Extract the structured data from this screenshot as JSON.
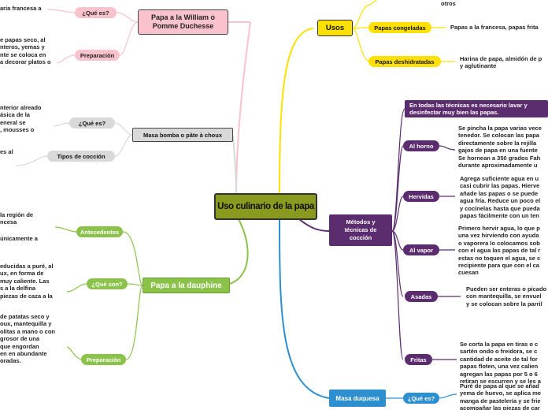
{
  "central": "Uso culinario de la papa",
  "left": {
    "william": {
      "title": "Papa a la William o\nPomme Duchesse",
      "que_es_label": "¿Qué es?",
      "que_es_text": "aria francesa a",
      "preparacion_label": "Preparación",
      "preparacion_text": "e papas seco, al\nnteros, yemas y\nnte se coloca en\na decorar platos o"
    },
    "choux": {
      "title": "Masa bomba o pâte à choux",
      "que_es_label": "¿Qué es?",
      "que_es_text": "nterior alreado\násica de la\neneral se\n, mousses o",
      "tipos_label": "Tipos de cocción",
      "tipos_text": "es al"
    },
    "dauphine": {
      "title": "Papa a la dauphine",
      "antecedentes_label": "Antecedentes",
      "antecedentes_text": "la región de\nncesa",
      "antecedentes_text2": "únicamente a",
      "que_son_label": "¿Qué son?",
      "que_son_text": "educidas a puré, al\nux, en forma de\nmuy caliente. Las\ns a la delfina\npiezas de caza a la",
      "preparacion_label": "Preparación",
      "preparacion_text": "de patatas seco y\noux, mantequilla y\nolitas a mano o con\ngrosor de una\nque engordan\nen en abundante\noradas."
    }
  },
  "right": {
    "usos": {
      "title": "Usos",
      "top_text": "otros",
      "congeladas_label": "Papas congeladas",
      "congeladas_text": "Papas a la francesa, papas frita",
      "deshidratadas_label": "Papas deshidratadas",
      "deshidratadas_text": "Harina de papa, almidón de p\ny aglutinante"
    },
    "metodos": {
      "title": "Métodos y\ntécnicas de\ncocción",
      "intro": "En todas las técnicas es necesario lavar y\ndesinfectar muy bien las papas.",
      "horno_label": "Al horno",
      "horno_text": "Se pincha la papa varias vece\ntenedor. Se colocan las papa\ndirectamente sobre la rejilla\ngajos de papa en una fuente\nSe hornean a 350 grados Fah\ndurante aproximadamente u",
      "hervidas_label": "Hervidas",
      "hervidas_text": "Agrega suficiente agua en u\ncasi cubrir las papas. Hierve\nañade las papas o se puede\nagua fría. Reduce un poco el\ny cocínelas hasta que pueda\npapas fácilmente con un ten",
      "vapor_label": "Al vapor",
      "vapor_text": "Primero hervir agua, lo que p\nuna vez hirviendo con ayuda\no vaporera lo colocamos sob\ncon el agua las papas de tal r\nestas no toquen el agua, se c\nrecipiente para que con el ca\ncuesan",
      "asadas_label": "Asadas",
      "asadas_text": "Pueden ser enteras o picado\ncon mantequilla, se envuel\ny se colocan sobre la parril",
      "fritas_label": "Fritas",
      "fritas_text": "Se corta la papa en tiras o c\nsartén ondo o freidora, se c\ncantidad de aceite de tal for\npapas floten, una vez calien\nagregan las papas por 5 o 6\nretiran se escurren y se les a"
    },
    "duquesa": {
      "title": "Masa duquesa",
      "que_es_label": "¿Qué es?",
      "que_es_text": "Puré de papa al que se añad\nyema de huevo, se aplica me\nmanga de pastelería y se frie\nacompañar las piezas de car"
    }
  },
  "colors": {
    "central": "#8a9a1e",
    "pink": "#f9c2cd",
    "grey": "#d9d9d9",
    "green": "#8bc34a",
    "yellow": "#ffe000",
    "purple": "#5b2d6e",
    "blue": "#2d8fce"
  }
}
